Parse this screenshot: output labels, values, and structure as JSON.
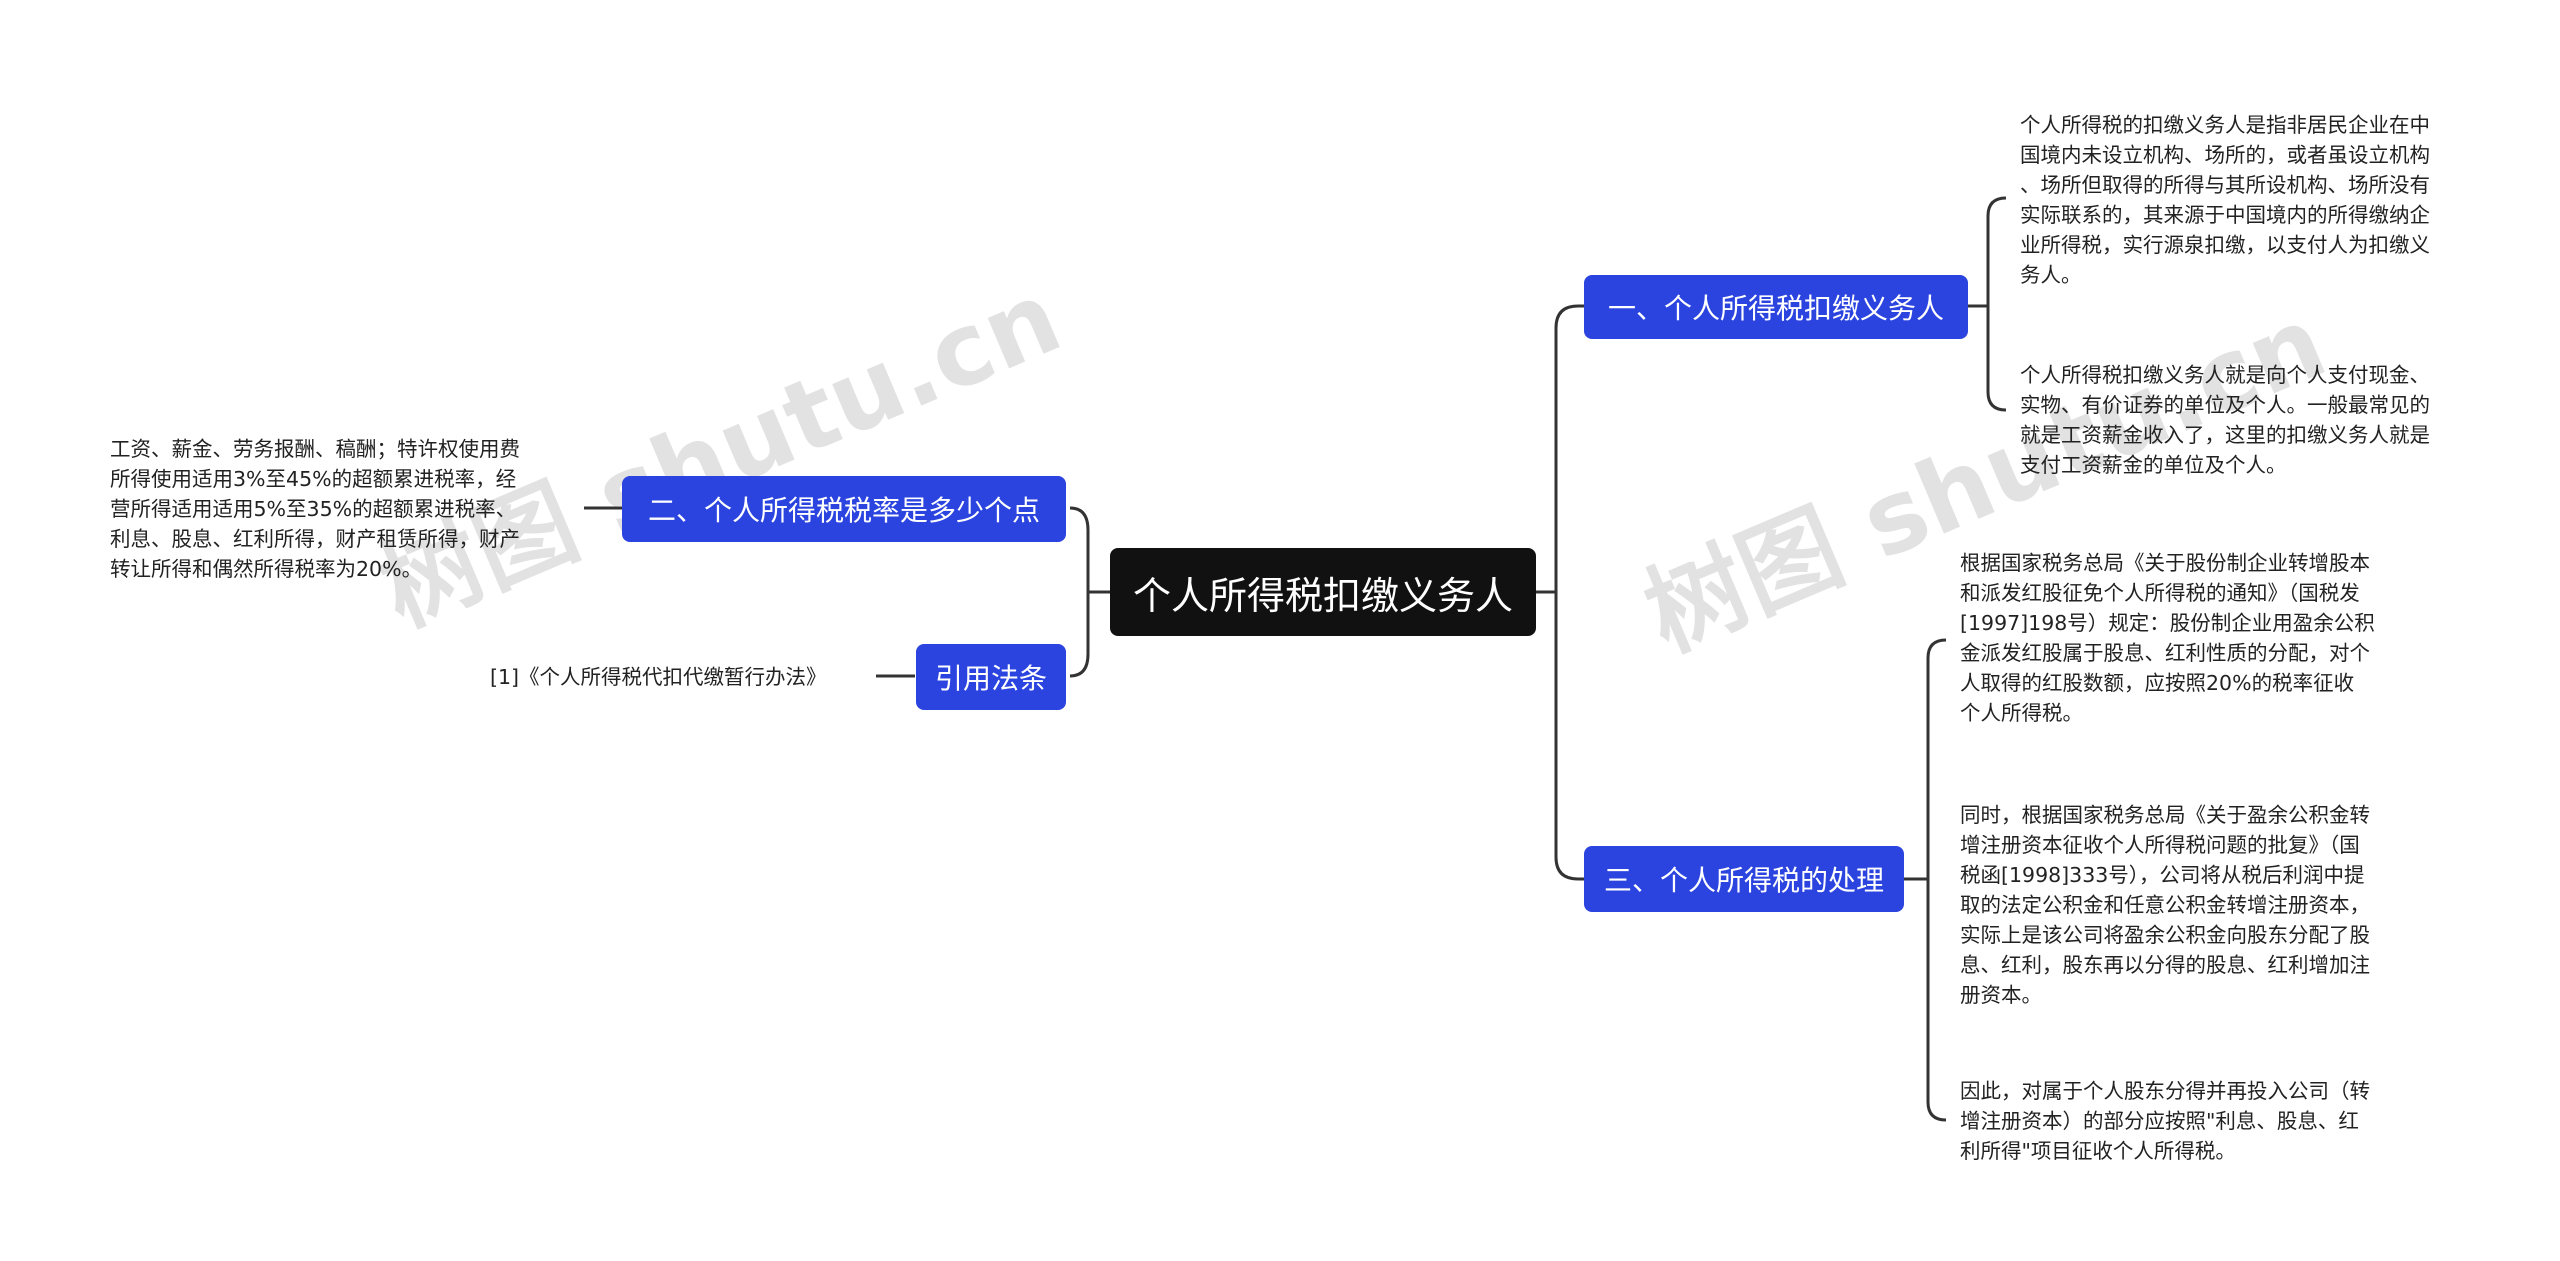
{
  "root": {
    "label": "个人所得税扣缴义务人"
  },
  "branches": {
    "b1": {
      "label": "一、个人所得税扣缴义务人",
      "leaves": [
        "个人所得税的扣缴义务人是指非居民企业在中\n国境内未设立机构、场所的，或者虽设立机构\n、场所但取得的所得与其所设机构、场所没有\n实际联系的，其来源于中国境内的所得缴纳企\n业所得税，实行源泉扣缴，以支付人为扣缴义\n务人。",
        "个人所得税扣缴义务人就是向个人支付现金、\n实物、有价证券的单位及个人。一般最常见的\n就是工资薪金收入了，这里的扣缴义务人就是\n支付工资薪金的单位及个人。"
      ]
    },
    "b2": {
      "label": "二、个人所得税税率是多少个点",
      "leaf": "工资、薪金、劳务报酬、稿酬；特许权使用费\n所得使用适用3%至45%的超额累进税率，经\n营所得适用适用5%至35%的超额累进税率、\n利息、股息、红利所得，财产租赁所得，财产\n转让所得和偶然所得税率为20%。"
    },
    "b3": {
      "label": "三、个人所得税的处理",
      "leaves": [
        "根据国家税务总局《关于股份制企业转增股本\n和派发红股征免个人所得税的通知》（国税发\n[1997]198号）规定：股份制企业用盈余公积\n金派发红股属于股息、红利性质的分配，对个\n人取得的红股数额，应按照20%的税率征收\n个人所得税。",
        "同时，根据国家税务总局《关于盈余公积金转\n增注册资本征收个人所得税问题的批复》（国\n税函[1998]333号），公司将从税后利润中提\n取的法定公积金和任意公积金转增注册资本，\n实际上是该公司将盈余公积金向股东分配了股\n息、红利，股东再以分得的股息、红利增加注\n册资本。",
        "因此，对属于个人股东分得并再投入公司（转\n增注册资本）的部分应按照\"利息、股息、红\n利所得\"项目征收个人所得税。"
      ]
    },
    "b4": {
      "label": "引用法条",
      "leaf": "[1]《个人所得税代扣代缴暂行办法》"
    }
  },
  "watermarks": [
    "树图 shutu.cn",
    "树图 shutu.cn"
  ],
  "colors": {
    "root": "#111111",
    "branch": "#2b44e0",
    "connector": "#333333"
  }
}
